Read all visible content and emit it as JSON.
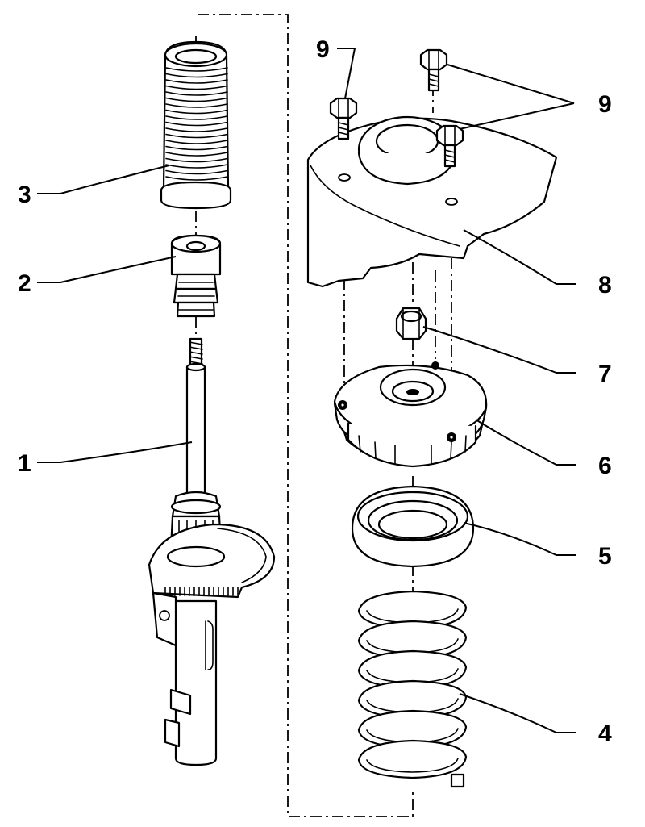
{
  "diagram": {
    "callouts": [
      {
        "id": "1",
        "label": "1"
      },
      {
        "id": "2",
        "label": "2"
      },
      {
        "id": "3",
        "label": "3"
      },
      {
        "id": "4",
        "label": "4"
      },
      {
        "id": "5",
        "label": "5"
      },
      {
        "id": "6",
        "label": "6"
      },
      {
        "id": "7",
        "label": "7"
      },
      {
        "id": "8",
        "label": "8"
      },
      {
        "id": "9a",
        "label": "9"
      },
      {
        "id": "9b",
        "label": "9"
      }
    ],
    "colors": {
      "line": "#000000",
      "background": "#ffffff"
    }
  }
}
